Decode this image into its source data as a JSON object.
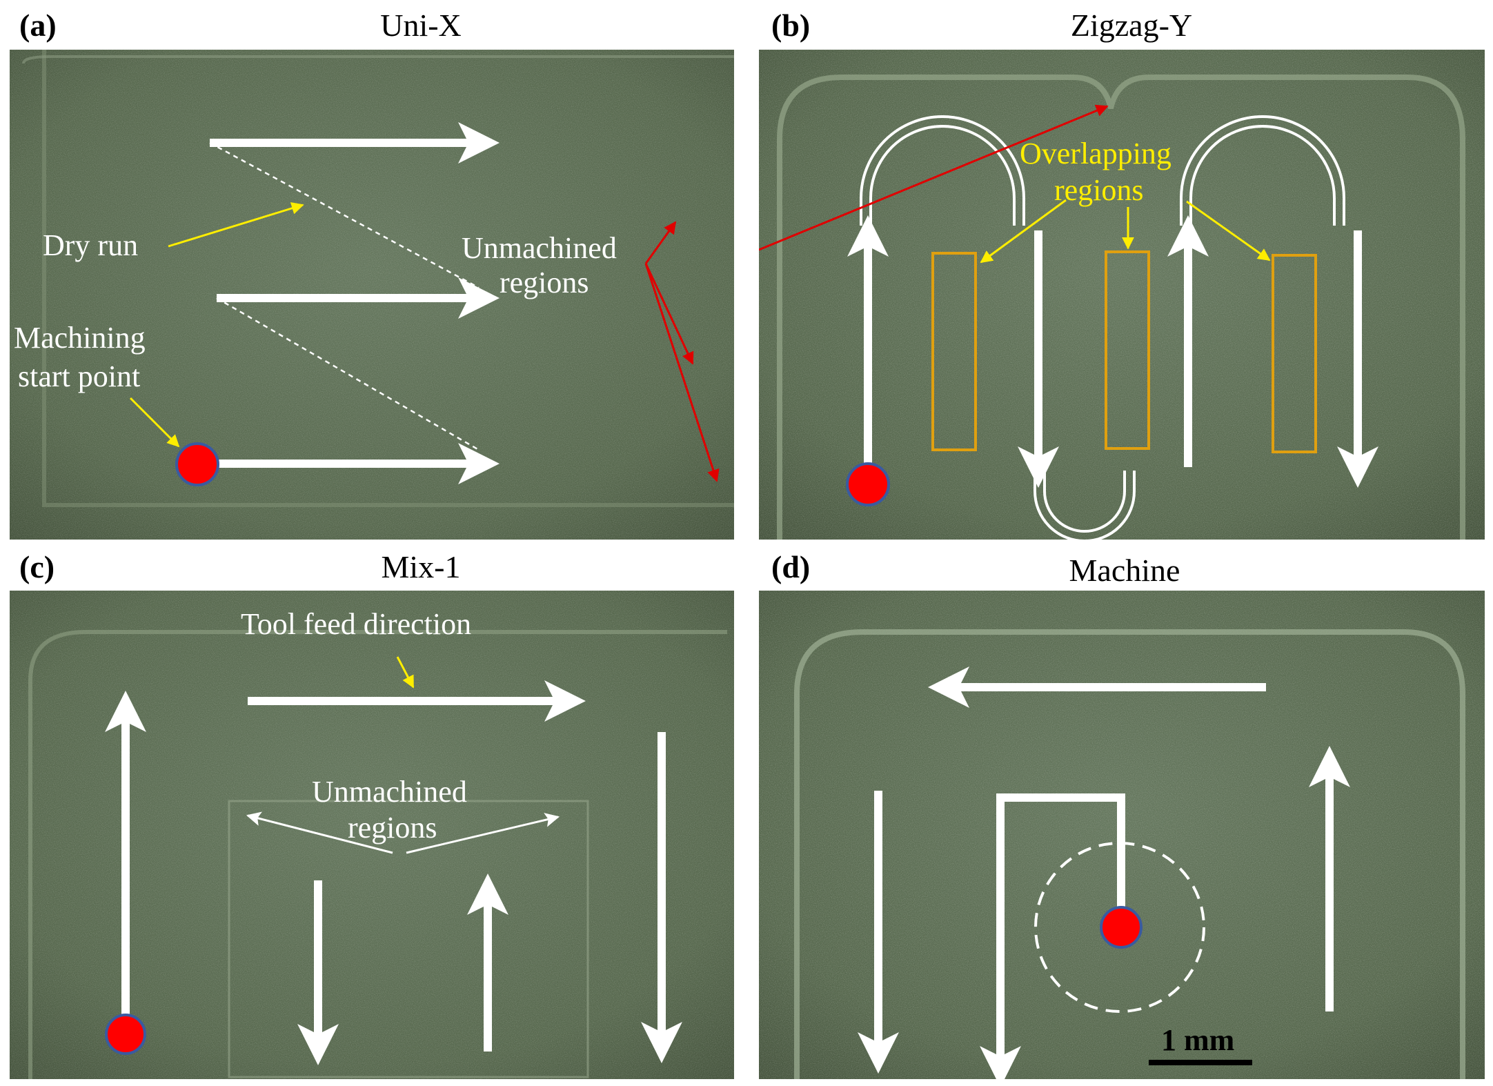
{
  "colors": {
    "background": "#5b6e55",
    "path_arrow": "#ffffff",
    "start_point": "#ff0000",
    "start_point_outline": "#3a5aa0",
    "pointer_yellow": "#ffee00",
    "pointer_red": "#e00000",
    "overlap_box": "#e0a010"
  },
  "panels": {
    "a": {
      "letter": "(a)",
      "title": "Uni-X",
      "labels": {
        "dry_run": "Dry run",
        "unmachined_1": "Unmachined",
        "unmachined_2": "regions",
        "start_1": "Machining",
        "start_2": "start point"
      }
    },
    "b": {
      "letter": "(b)",
      "title": "Zigzag-Y",
      "labels": {
        "overlap_1": "Overlapping",
        "overlap_2": "regions"
      }
    },
    "c": {
      "letter": "(c)",
      "title": "Mix-1",
      "labels": {
        "feed": "Tool feed direction",
        "unmachined_1": "Unmachined",
        "unmachined_2": "regions"
      }
    },
    "d": {
      "letter": "(d)",
      "title": "Machine",
      "labels": {
        "scale": "1 mm"
      }
    }
  },
  "icons": [
    "white-arrow-icon",
    "start-point-dot-icon",
    "pointer-arrow-icon"
  ]
}
